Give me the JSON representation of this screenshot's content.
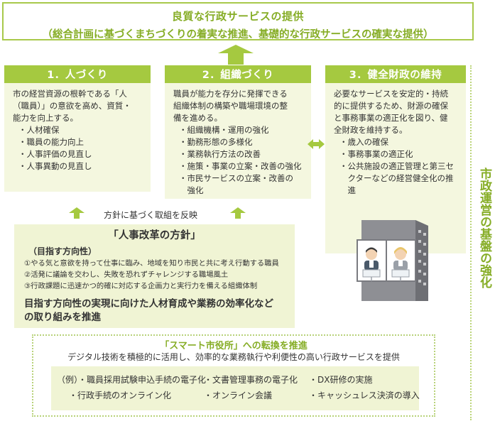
{
  "goal": {
    "line1": "良質な行政サービスの提供",
    "line2": "（総合計画に基づくまちづくりの着実な推進、基礎的な行政サービスの確実な提供）"
  },
  "columns": [
    {
      "header": "1．人づくり",
      "intro": [
        "市の経営資源の根幹である「人",
        "（職員）」の意欲を高め、資質・",
        "能力を向上する。"
      ],
      "items": [
        "・人材確保",
        "・職員の能力向上",
        "・人事評価の見直し",
        "・人事異動の見直し"
      ]
    },
    {
      "header": "2．組織づくり",
      "intro": [
        "職員が能力を存分に発揮できる",
        "組織体制の構築や職場環境の整",
        "備を進める。"
      ],
      "items": [
        "・組織機構・運用の強化",
        "・勤務形態の多様化",
        "・業務執行方法の改善",
        "・施策・事業の立案・改善の強化",
        "・市民サービスの立案・改善の",
        "　強化"
      ]
    },
    {
      "header": "3．健全財政の維持",
      "intro": [
        "必要なサービスを安定的・持続",
        "的に提供するため、財源の確保",
        "と事務事業の適正化を図り、健",
        "全財政を維持する。"
      ],
      "items": [
        "・歳入の確保",
        "・事務事業の適正化",
        "・公共施設の適正管理と第三セ",
        "　クターなどの経営健全化の推",
        "　進"
      ]
    }
  ],
  "vertical_label": "市政運営の基盤の強化",
  "reflect_label": "方針に基づく取組を反映",
  "reform": {
    "title": "「人事改革の方針」",
    "subtitle": "（目指す方向性）",
    "items": [
      "①やる気と意欲を持って仕事に臨み、地域を知り市民と共に考え行動する職員",
      "②活発に議論を交わし、失敗を恐れずチャレンジする職場風土",
      "③行政課題に迅速かつ的確に対応する企画力と実行力を備える組織体制"
    ],
    "bold_lines": [
      "目指す方向性の実現に向けた人材育成や業務の効率化など",
      "の取り組みを推進"
    ]
  },
  "smart": {
    "title": "「スマート市役所」への転換を推進",
    "description": "デジタル技術を積極的に活用し、効率的な業務執行や利便性の高い行政サービスを提供",
    "examples": [
      "（例）・職員採用試験申込手続の電子化",
      "・文書管理事務の電子化",
      "・DX研修の実施",
      "・行政手続のオンライン化",
      "・オンライン会議",
      "・キャッシュレス決済の導入"
    ]
  },
  "colors": {
    "accent": "#a5c940",
    "accent_text": "#86ad26",
    "panel_bg": "#f4f7df",
    "reform_bg": "#f0f4d4"
  }
}
